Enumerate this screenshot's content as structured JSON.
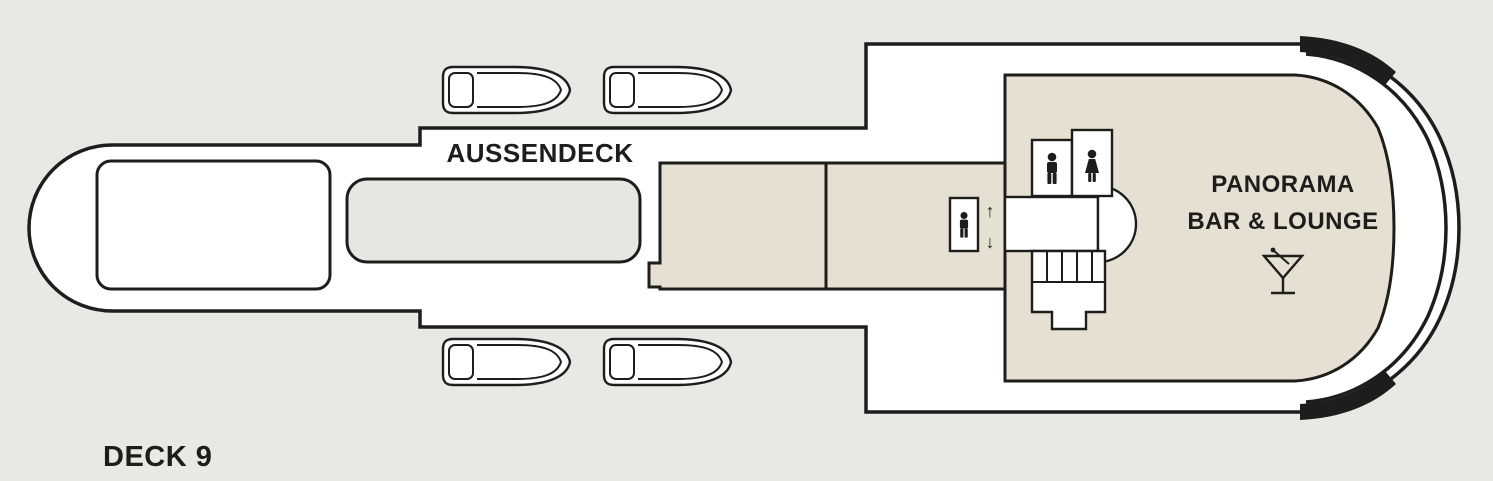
{
  "page": {
    "deck_label": "DECK 9"
  },
  "areas": {
    "outer_deck_label": "AUSSENDECK",
    "panorama_line1": "PANORAMA",
    "panorama_line2": "BAR & LOUNGE"
  },
  "elevator": {
    "up_arrow": "↑",
    "down_arrow": "↓"
  },
  "icons": {
    "bar": "martini-glass-icon",
    "wc_men": "man-figure-icon",
    "wc_women": "woman-figure-icon",
    "elevator": "person-in-box-with-arrows-icon",
    "lifeboat": "boat-shape-icon"
  },
  "colors": {
    "background": "#e9e8e5",
    "deck_fill": "#ffffff",
    "interior_beige": "#e6e0d2",
    "sun_area_gray": "#e7e6e3",
    "outline": "#1d1d1b"
  }
}
